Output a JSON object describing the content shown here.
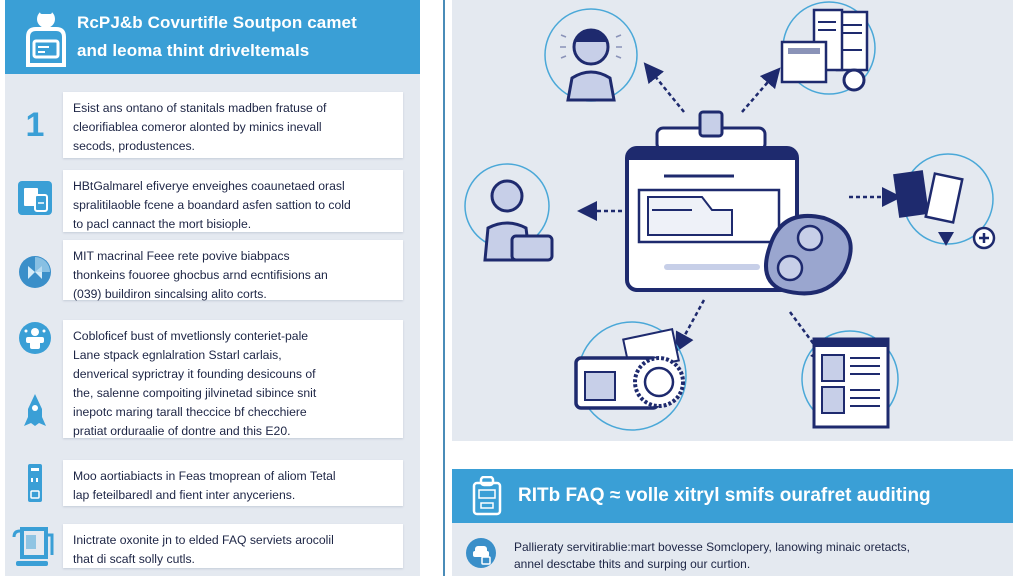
{
  "header": {
    "title_line1": "RcPJ&b Covurtifle Soutpon camet",
    "title_line2": "and leoma thint driveltemals",
    "icon": "support-agent-icon"
  },
  "items": [
    {
      "icon": "number-one",
      "marker": "1",
      "lines": [
        "Esist ans ontano of stanitals madben fratuse of",
        "cleorifiablea comeror alonted by minics inevall",
        "secods, produstences."
      ]
    },
    {
      "icon": "devices-icon",
      "lines": [
        "HBtGalmarel efiverye enveighes coaunetaed orasl",
        "spralitilaoble fcene a boandard asfen sattion to cold",
        "to pacl cannact the mort bisiople."
      ]
    },
    {
      "icon": "globe-icon",
      "lines": [
        "MIT macrinal Feee rete povive biabpacs",
        "thonkeins fouoree ghocbus arnd ecntifisions an",
        "(039) buildiron sincalsing alito corts."
      ]
    },
    {
      "icon": "team-icon",
      "icon2": "rocket-icon",
      "lines": [
        "Cobloficef bust of mvetlionsly conteriet-pale",
        "Lane stpack egnlalration Sstarl carlais,",
        "denverical syprictray it founding desicouns of",
        "the, salenne compoiting jilvinetad sibince snit",
        "inepotc maring tarall theccice bf checchiere",
        "pratiat orduraalie of dontre and this E20."
      ]
    },
    {
      "icon": "phone-icon",
      "lines": [
        "Moo aortiabiacts in Feas tmoprean of aliom Tetal",
        "lap feteilbaredl and fient inter anyceriens."
      ]
    },
    {
      "icon": "laptop-icon",
      "lines": [
        "Inictrate oxonite jn to elded FAQ serviets arocolil",
        "that di scaft solly cutls."
      ]
    }
  ],
  "diagram": {
    "center": "clipboard-browser-icon",
    "nodes": [
      "customer-avatar-icon",
      "documents-icon",
      "support-agent-avatar-icon",
      "checklist-documents-icon",
      "camera-card-icon",
      "profile-document-icon"
    ]
  },
  "banner": {
    "title": "RITb FAQ ≈ volle xitryl smifs ourafret auditing",
    "icon": "clipboard-icon"
  },
  "footer": {
    "icon": "chat-icon",
    "line1": "Pallieraty servitirablie:mart bovesse Somclopery, lanowing minaic oretacts,",
    "line2": "annel desctabe thits and surping our curtion."
  },
  "colors": {
    "accent": "#3a9fd6",
    "navy": "#1e2a6e",
    "panel": "#e4e9f0",
    "circle": "#4aa8d8"
  }
}
